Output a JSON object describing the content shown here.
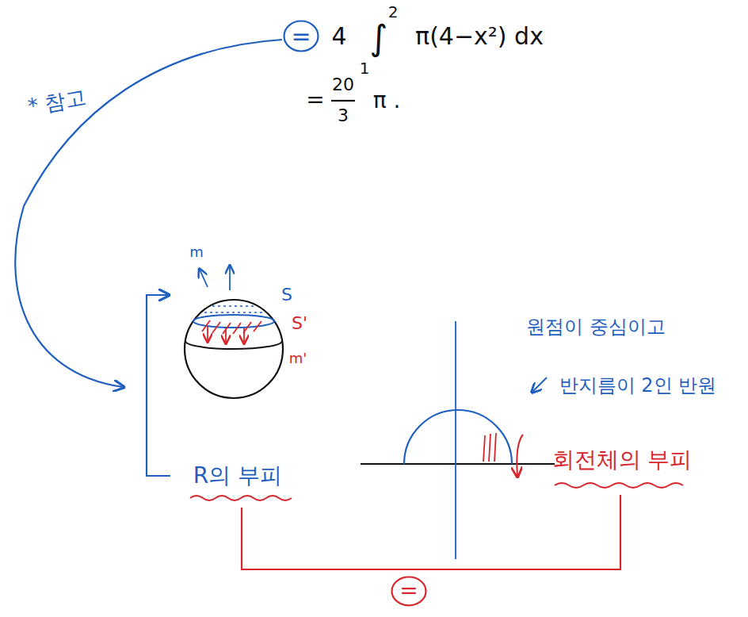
{
  "diagram": {
    "nodes": [
      {
        "text": [
          "="
        ]
      },
      {
        "text": [
          "="
        ]
      }
    ],
    "labels": [
      "* 참고",
      "4",
      "∫",
      "2",
      "1",
      "π(4−x²) dx",
      "=",
      "20",
      "3",
      "π .",
      "m",
      "S",
      "S'",
      "m'",
      "원점이 중심이고",
      "반지름이 2인 반원",
      "R의 부피",
      "회전체의 부피"
    ]
  }
}
